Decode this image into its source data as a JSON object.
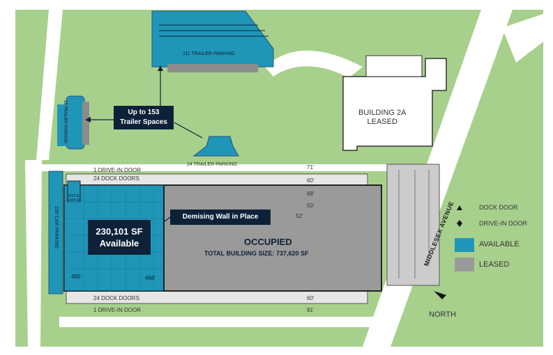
{
  "colors": {
    "grass": "#a8d08d",
    "road": "#ffffff",
    "available": "#1f96b8",
    "leased": "#9a9a9a",
    "navy": "#0d2238",
    "outline": "#333333"
  },
  "callouts": {
    "trailer_spaces": [
      "Up to 153",
      "Trailer Spaces"
    ],
    "demising_wall": "Demising Wall in Place",
    "available_sf": [
      "230,101 SF",
      "Available"
    ]
  },
  "building": {
    "occupied": "OCCUPIED",
    "total_size": "TOTAL BUILDING SIZE: 737,620 SF",
    "office": [
      "OFFICE",
      "4,600 SF"
    ],
    "dim_485": "485'",
    "dim_468": "468'"
  },
  "parking": {
    "top_trailer": "111 TRAILER PARKING",
    "left_trailer": "18 TRAILER PARKING",
    "mid_trailer": "24 TRAILER PARKING",
    "car_parking": "150 CAR PARKING"
  },
  "doors": {
    "north_drive_in": "1 DRIVE-IN DOOR",
    "north_dock": "24 DOCK DOORS",
    "south_dock": "24 DOCK DOORS",
    "south_drive_in": "1 DRIVE-IN DOOR"
  },
  "dimensions": {
    "d71": "71'",
    "d60_top": "60'",
    "d68": "68'",
    "d50": "50'",
    "d52": "52'",
    "d60_bottom": "60'",
    "d91": "91'"
  },
  "building_2a": [
    "BUILDING 2A",
    "LEASED"
  ],
  "road_label": "MIDDLESEX AVENUE",
  "legend": {
    "dock_door": "DOCK DOOR",
    "drive_in_door": "DRIVE-IN DOOR",
    "available": "AVAILABLE",
    "leased": "LEASED"
  },
  "north": "NORTH"
}
